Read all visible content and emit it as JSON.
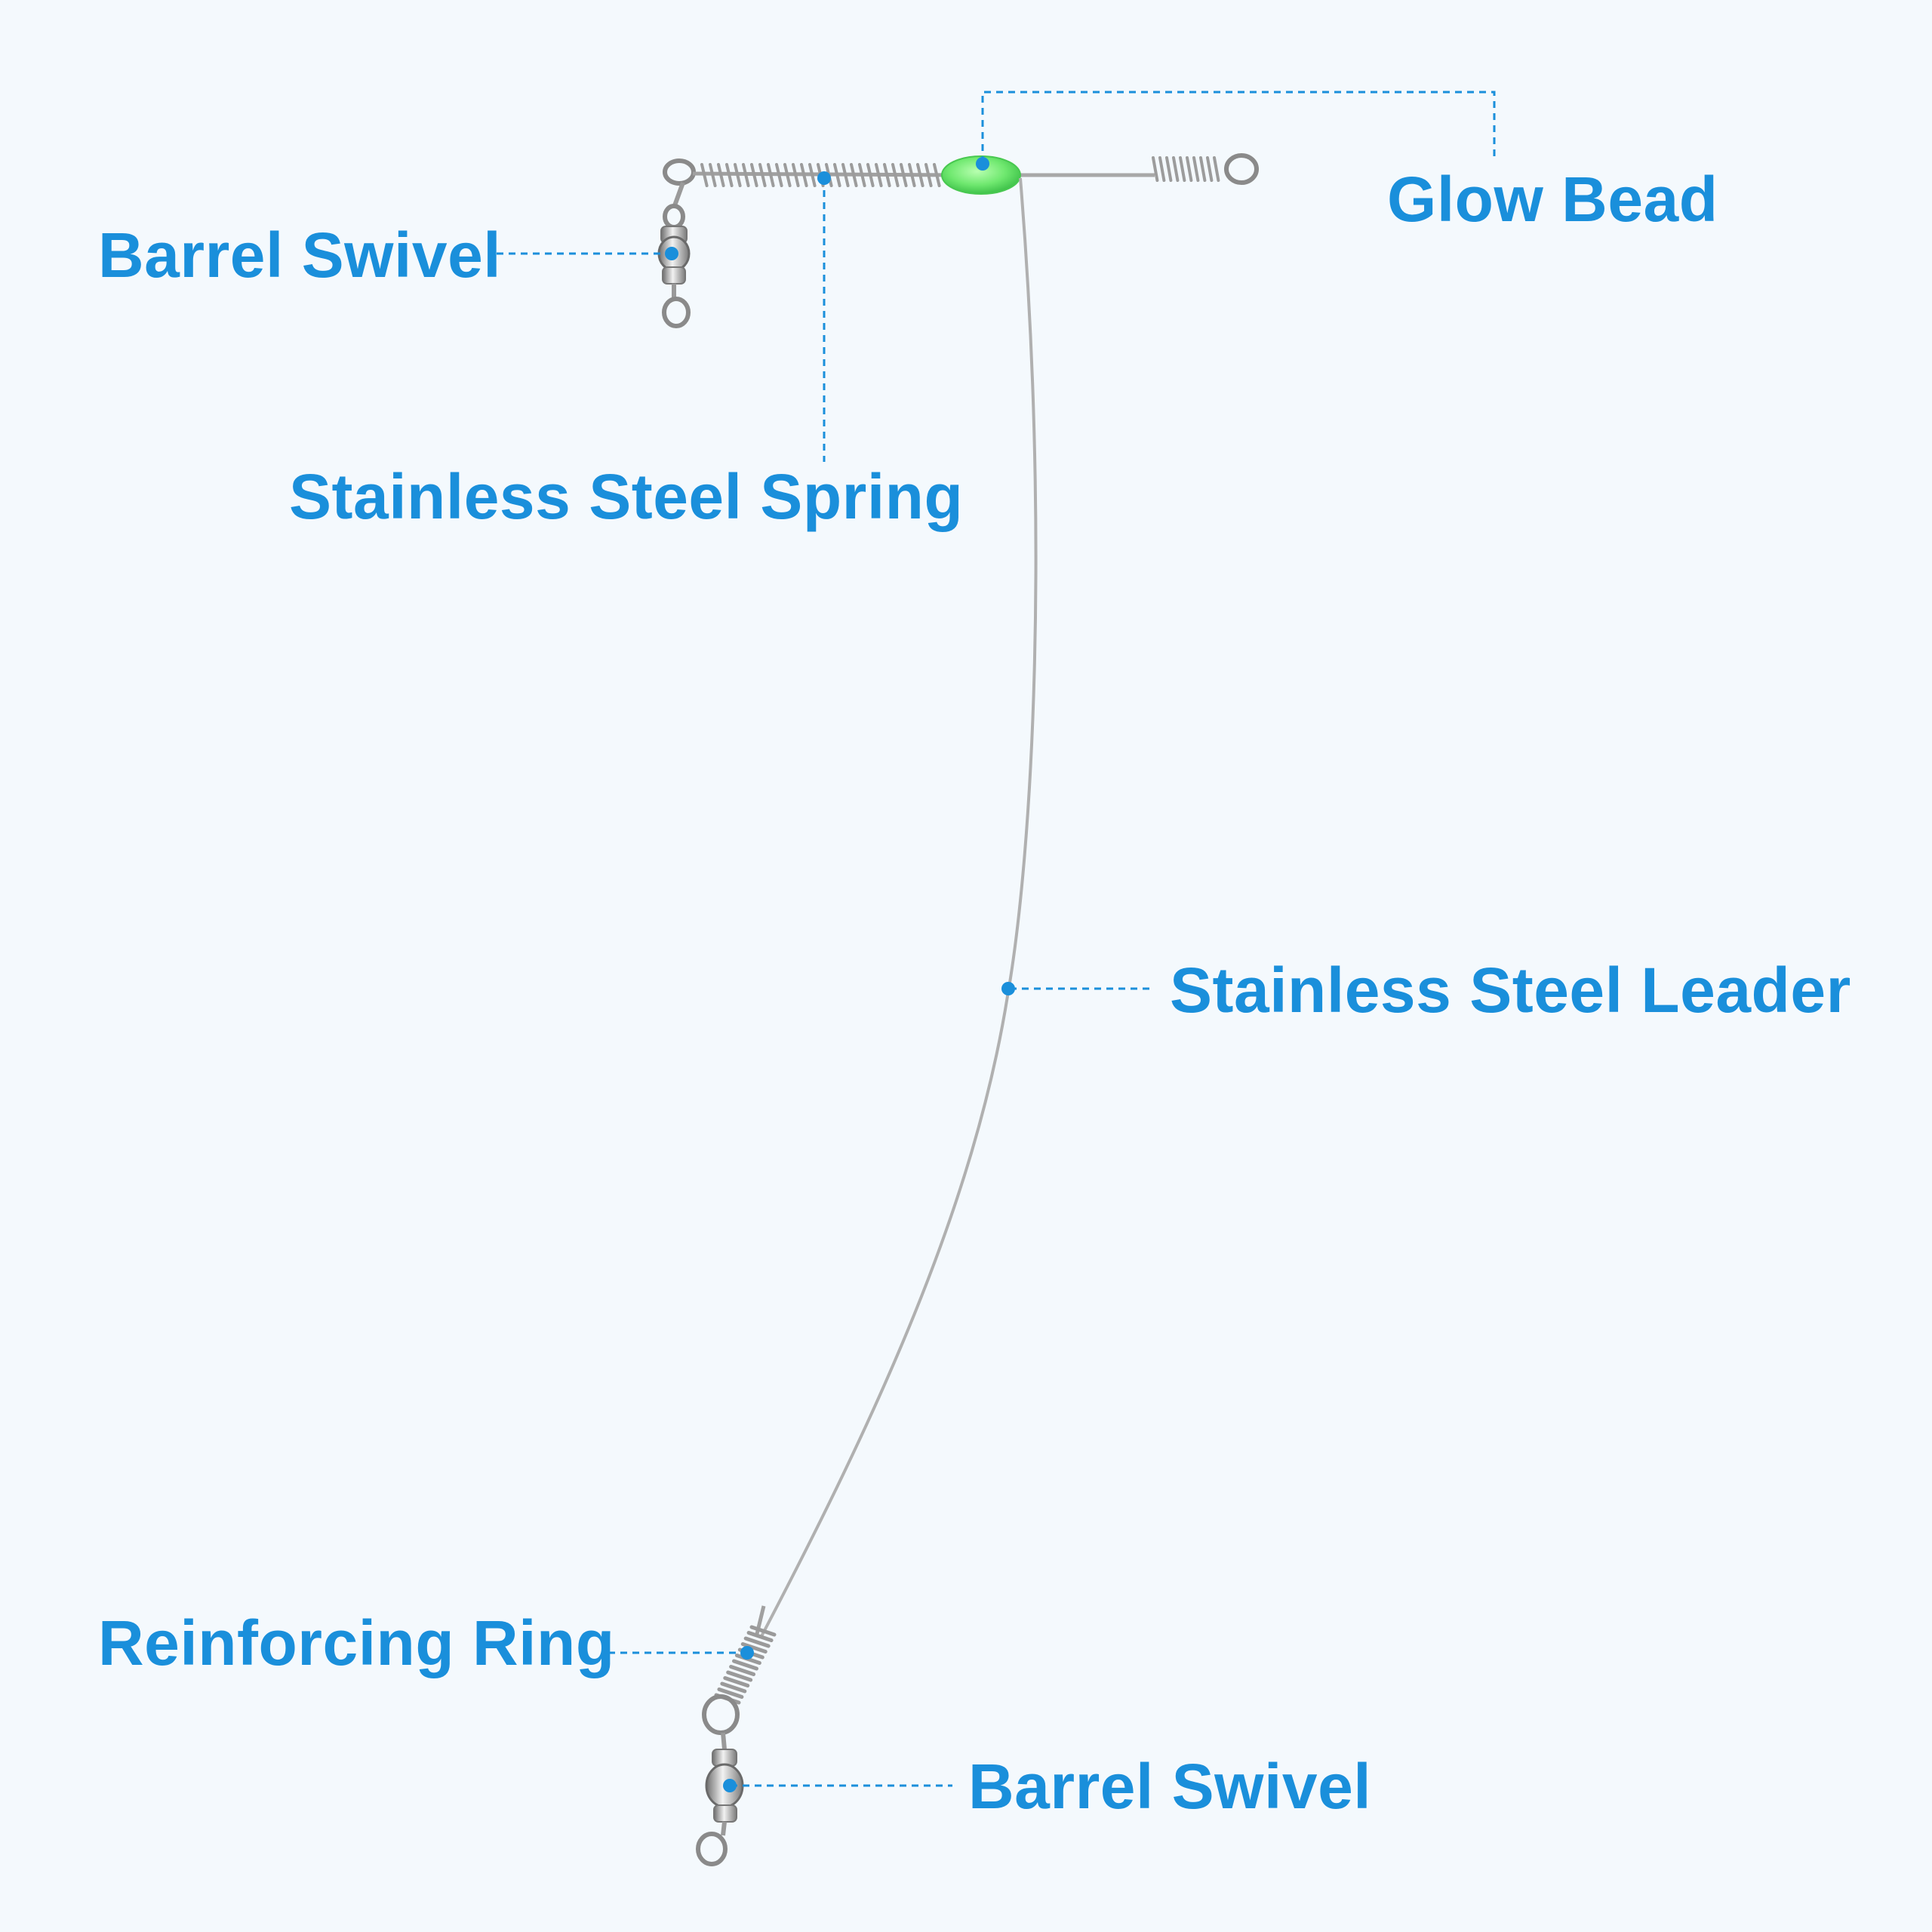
{
  "accent_color": "#1a8fdb",
  "bead_color": "#6fe86f",
  "wire_color": "#a8a8a8",
  "metal_color": "#bcbcbc",
  "labels": {
    "barrel_swivel_top": "Barrel Swivel",
    "glow_bead": "Glow Bead",
    "stainless_steel_spring": "Stainless Steel Spring",
    "stainless_steel_leader": "Stainless Steel Leader",
    "reinforcing_ring": "Reinforcing Ring",
    "barrel_swivel_bottom": "Barrel Swivel"
  }
}
